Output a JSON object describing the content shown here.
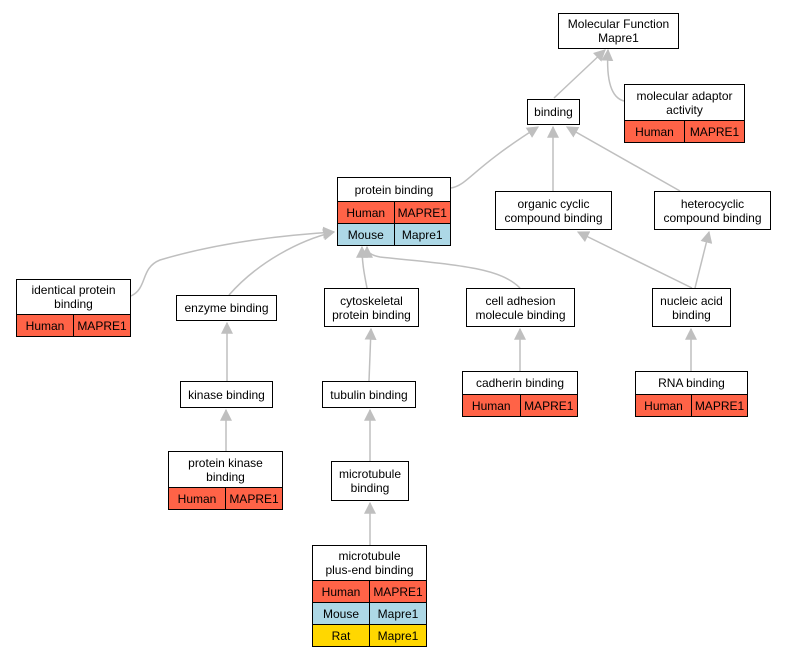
{
  "colors": {
    "Human": "#ff6347",
    "Mouse": "#add8e6",
    "Rat": "#ffd700",
    "edge": "#bfbfbf"
  },
  "nodes": {
    "molecular_function": {
      "label": "Molecular Function\nMapre1",
      "annotations": []
    },
    "binding": {
      "label": "binding",
      "annotations": []
    },
    "molecular_adaptor_activity": {
      "label": "molecular adaptor\nactivity",
      "annotations": [
        {
          "species": "Human",
          "gene": "MAPRE1"
        }
      ]
    },
    "protein_binding": {
      "label": "protein binding",
      "annotations": [
        {
          "species": "Human",
          "gene": "MAPRE1"
        },
        {
          "species": "Mouse",
          "gene": "Mapre1"
        }
      ]
    },
    "organic_cyclic_compound_binding": {
      "label": "organic cyclic\ncompound binding",
      "annotations": []
    },
    "heterocyclic_compound_binding": {
      "label": "heterocyclic\ncompound binding",
      "annotations": []
    },
    "identical_protein_binding": {
      "label": "identical protein\nbinding",
      "annotations": [
        {
          "species": "Human",
          "gene": "MAPRE1"
        }
      ]
    },
    "enzyme_binding": {
      "label": "enzyme binding",
      "annotations": []
    },
    "cytoskeletal_protein_binding": {
      "label": "cytoskeletal\nprotein binding",
      "annotations": []
    },
    "cell_adhesion_molecule_binding": {
      "label": "cell adhesion\nmolecule binding",
      "annotations": []
    },
    "nucleic_acid_binding": {
      "label": "nucleic acid\nbinding",
      "annotations": []
    },
    "kinase_binding": {
      "label": "kinase binding",
      "annotations": []
    },
    "tubulin_binding": {
      "label": "tubulin binding",
      "annotations": []
    },
    "cadherin_binding": {
      "label": "cadherin binding",
      "annotations": [
        {
          "species": "Human",
          "gene": "MAPRE1"
        }
      ]
    },
    "rna_binding": {
      "label": "RNA binding",
      "annotations": [
        {
          "species": "Human",
          "gene": "MAPRE1"
        }
      ]
    },
    "protein_kinase_binding": {
      "label": "protein kinase\nbinding",
      "annotations": [
        {
          "species": "Human",
          "gene": "MAPRE1"
        }
      ]
    },
    "microtubule_binding": {
      "label": "microtubule\nbinding",
      "annotations": []
    },
    "microtubule_plus_end_binding": {
      "label": "microtubule\nplus-end binding",
      "annotations": [
        {
          "species": "Human",
          "gene": "MAPRE1"
        },
        {
          "species": "Mouse",
          "gene": "Mapre1"
        },
        {
          "species": "Rat",
          "gene": "Mapre1"
        }
      ]
    }
  },
  "edges": [
    [
      "binding",
      "molecular_function"
    ],
    [
      "molecular_adaptor_activity",
      "molecular_function"
    ],
    [
      "protein_binding",
      "binding"
    ],
    [
      "organic_cyclic_compound_binding",
      "binding"
    ],
    [
      "heterocyclic_compound_binding",
      "binding"
    ],
    [
      "identical_protein_binding",
      "protein_binding"
    ],
    [
      "enzyme_binding",
      "protein_binding"
    ],
    [
      "cytoskeletal_protein_binding",
      "protein_binding"
    ],
    [
      "cell_adhesion_molecule_binding",
      "protein_binding"
    ],
    [
      "nucleic_acid_binding",
      "organic_cyclic_compound_binding"
    ],
    [
      "nucleic_acid_binding",
      "heterocyclic_compound_binding"
    ],
    [
      "kinase_binding",
      "enzyme_binding"
    ],
    [
      "tubulin_binding",
      "cytoskeletal_protein_binding"
    ],
    [
      "cadherin_binding",
      "cell_adhesion_molecule_binding"
    ],
    [
      "rna_binding",
      "nucleic_acid_binding"
    ],
    [
      "protein_kinase_binding",
      "kinase_binding"
    ],
    [
      "microtubule_binding",
      "tubulin_binding"
    ],
    [
      "microtubule_plus_end_binding",
      "microtubule_binding"
    ]
  ]
}
